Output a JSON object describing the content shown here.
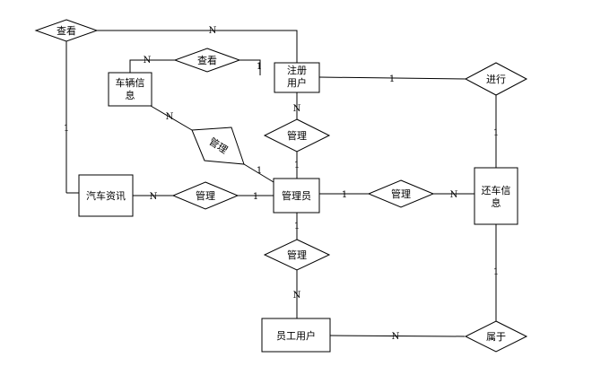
{
  "entities": {
    "registered_user": [
      "注册",
      "用户"
    ],
    "vehicle_info": [
      "车辆信",
      "息"
    ],
    "admin": "管理员",
    "car_info": "汽车资讯",
    "return_info": [
      "还车信",
      "息"
    ],
    "staff_user": "员工用户"
  },
  "relations": {
    "view_top": "查看",
    "view_mid": "查看",
    "manage_vehicle": "管理",
    "manage_user": "管理",
    "manage_car": "管理",
    "manage_return": "管理",
    "manage_staff": "管理",
    "proceed": "进行",
    "belong": "属于"
  },
  "cardinalities": {
    "view_top_right": "N",
    "view_top_left": "1",
    "view_mid_left": "N",
    "view_mid_right": "1",
    "proceed_left": "1",
    "proceed_down": "1",
    "user_down": "N",
    "admin_up": "1",
    "vehicle_down": "N",
    "admin_vehicle": "1",
    "car_right": "N",
    "admin_left": "1",
    "admin_right": "1",
    "return_left": "N",
    "return_down": "1",
    "admin_down": "1",
    "staff_up": "N",
    "staff_right": "N"
  }
}
